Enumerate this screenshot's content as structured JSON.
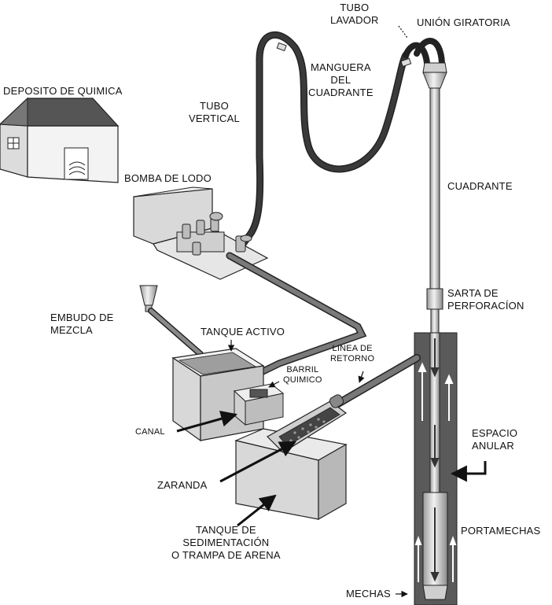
{
  "labels": {
    "deposito": "DEPOSITO DE QUIMICA",
    "tubo_vertical": [
      "TUBO",
      "VERTICAL"
    ],
    "tubo_lavador": [
      "TUBO",
      "LAVADOR"
    ],
    "union_giratoria": "UNIÓN GIRATORIA",
    "manguera": [
      "MANGUERA",
      "DEL",
      "CUADRANTE"
    ],
    "bomba": "BOMBA DE LODO",
    "cuadrante": "CUADRANTE",
    "sarta": [
      "SARTA DE",
      "PERFORACÍON"
    ],
    "embudo": [
      "EMBUDO DE",
      "MEZCLA"
    ],
    "tanque_activo": "TANQUE ACTIVO",
    "linea_retorno": [
      "LINEA DE",
      "RETORNO"
    ],
    "barril": [
      "BARRIL",
      "QUIMICO"
    ],
    "canal": "CANAL",
    "espacio": [
      "ESPACIO",
      "ANULAR"
    ],
    "zaranda": "ZARANDA",
    "tanque_sedimentacion": [
      "TANQUE DE",
      "SEDIMENTACIÓN",
      "O TRAMPA DE ARENA"
    ],
    "portamechas": "PORTAMECHAS",
    "mechas": "MECHAS"
  }
}
